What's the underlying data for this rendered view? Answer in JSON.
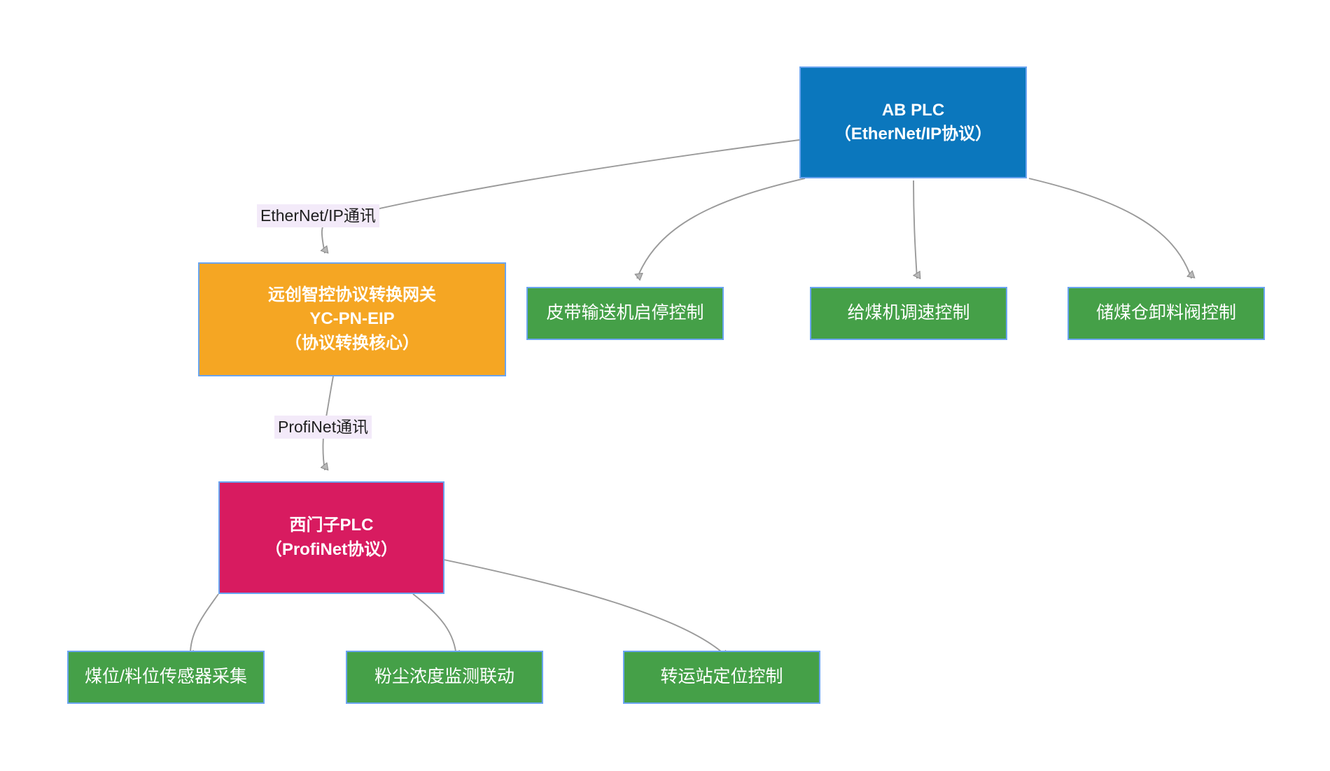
{
  "diagram": {
    "type": "flowchart",
    "direction": "top-down",
    "background": "#ffffff",
    "palette": {
      "blue": "#0b77bd",
      "orange": "#f5a623",
      "pink": "#d81b60",
      "green": "#45a048",
      "node_border": "#6aa4f0",
      "edge_stroke": "#9a9a9a",
      "edge_label_bg": "#f3eaf9",
      "node_text": "#ffffff",
      "edge_label_text": "#1f1f1f"
    },
    "nodes": [
      {
        "id": "ab-plc",
        "color": "blue",
        "lines": [
          "AB PLC",
          "（EtherNet/IP协议）"
        ],
        "line1": "AB PLC",
        "line2": "（EtherNet/IP协议）",
        "bold": true
      },
      {
        "id": "gateway",
        "color": "orange",
        "lines": [
          "远创智控协议转换网关",
          "YC-PN-EIP",
          "（协议转换核心）"
        ],
        "line1": "远创智控协议转换网关",
        "line2": "YC-PN-EIP",
        "line3": "（协议转换核心）",
        "bold": true
      },
      {
        "id": "siemens-plc",
        "color": "pink",
        "lines": [
          "西门子PLC",
          "（ProfiNet协议）"
        ],
        "line1": "西门子PLC",
        "line2": "（ProfiNet协议）",
        "bold": true
      },
      {
        "id": "belt-conveyor",
        "color": "green",
        "line1": "皮带输送机启停控制",
        "bold": false
      },
      {
        "id": "coal-feeder",
        "color": "green",
        "line1": "给煤机调速控制",
        "bold": false
      },
      {
        "id": "coal-bunker-valve",
        "color": "green",
        "line1": "储煤仓卸料阀控制",
        "bold": false
      },
      {
        "id": "level-sensor",
        "color": "green",
        "line1": "煤位/料位传感器采集",
        "bold": false
      },
      {
        "id": "dust-monitor",
        "color": "green",
        "line1": "粉尘浓度监测联动",
        "bold": false
      },
      {
        "id": "transfer-station",
        "color": "green",
        "line1": "转运站定位控制",
        "bold": false
      }
    ],
    "edges": [
      {
        "id": "e1",
        "from": "ab-plc",
        "to": "gateway",
        "label": "EtherNet/IP通讯"
      },
      {
        "id": "e2",
        "from": "ab-plc",
        "to": "belt-conveyor",
        "label": ""
      },
      {
        "id": "e3",
        "from": "ab-plc",
        "to": "coal-feeder",
        "label": ""
      },
      {
        "id": "e4",
        "from": "ab-plc",
        "to": "coal-bunker-valve",
        "label": ""
      },
      {
        "id": "e5",
        "from": "gateway",
        "to": "siemens-plc",
        "label": "ProfiNet通讯"
      },
      {
        "id": "e6",
        "from": "siemens-plc",
        "to": "level-sensor",
        "label": ""
      },
      {
        "id": "e7",
        "from": "siemens-plc",
        "to": "dust-monitor",
        "label": ""
      },
      {
        "id": "e8",
        "from": "siemens-plc",
        "to": "transfer-station",
        "label": ""
      }
    ],
    "edge_labels": {
      "ethernet_ip": "EtherNet/IP通讯",
      "profinet": "ProfiNet通讯"
    }
  }
}
